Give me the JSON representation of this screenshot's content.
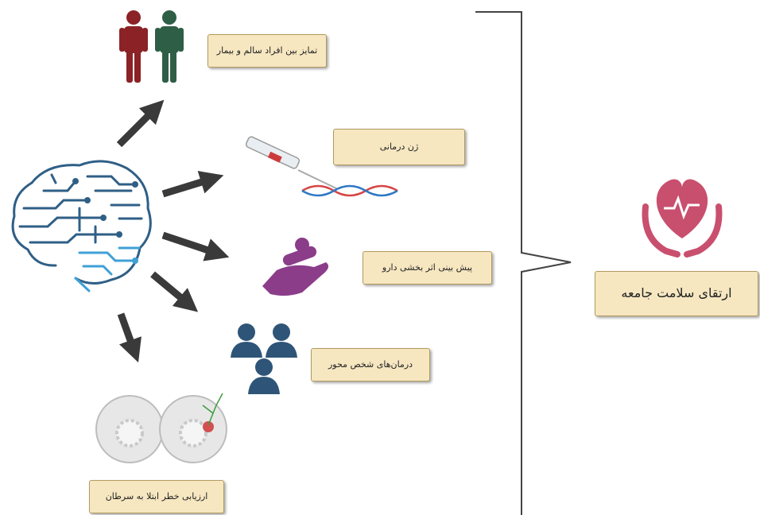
{
  "labels": {
    "healthy_vs_sick": "تمایز بین افراد سالم و بیمار",
    "gene_therapy": "ژن درمانی",
    "drug_efficacy": "پیش بینی اثر بخشی دارو",
    "personalized": "درمان‌های شخص محور",
    "cancer_risk": "ارزیابی خطر ابتلا به سرطان",
    "community_health": "ارتقای سلامت جامعه"
  },
  "icons": {
    "brain": "ai-circuit-brain-icon",
    "people": "healthy-sick-people-icon",
    "syringe": "gene-syringe-icon",
    "dna": "dna-helix-icon",
    "pills": "pills-hand-icon",
    "group": "personalized-group-icon",
    "breast": "breast-cancer-icon",
    "heart": "heart-hands-icon"
  },
  "colors": {
    "label_bg": "#f6e7c1",
    "label_border": "#b39a5f",
    "arrow": "#3a3a3a",
    "brain_blue": "#2f5f86",
    "brain_light": "#3fa0d6",
    "person_red": "#8b2226",
    "person_green": "#2f5e46",
    "pill_purple": "#8b3d8a",
    "group_blue": "#2e5577",
    "heart_pink": "#c94f6e"
  }
}
